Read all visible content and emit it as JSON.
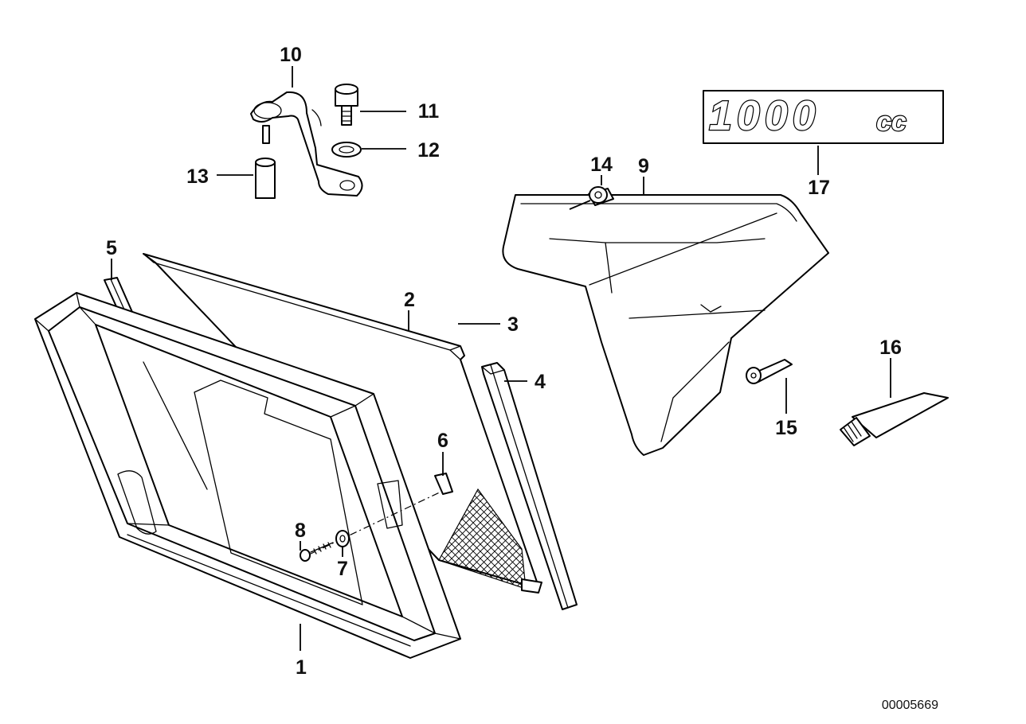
{
  "callouts": [
    {
      "id": "1",
      "text": "1"
    },
    {
      "id": "2",
      "text": "2"
    },
    {
      "id": "3",
      "text": "3"
    },
    {
      "id": "4",
      "text": "4"
    },
    {
      "id": "5",
      "text": "5"
    },
    {
      "id": "6",
      "text": "6"
    },
    {
      "id": "7",
      "text": "7"
    },
    {
      "id": "8",
      "text": "8"
    },
    {
      "id": "9",
      "text": "9"
    },
    {
      "id": "10",
      "text": "10"
    },
    {
      "id": "11",
      "text": "11"
    },
    {
      "id": "12",
      "text": "12"
    },
    {
      "id": "13",
      "text": "13"
    },
    {
      "id": "14",
      "text": "14"
    },
    {
      "id": "15",
      "text": "15"
    },
    {
      "id": "16",
      "text": "16"
    },
    {
      "id": "17",
      "text": "17"
    }
  ],
  "emblem": {
    "number": "1000",
    "unit": "cc"
  },
  "document_number": "00005669",
  "colors": {
    "line": "#000000",
    "background": "#ffffff"
  }
}
